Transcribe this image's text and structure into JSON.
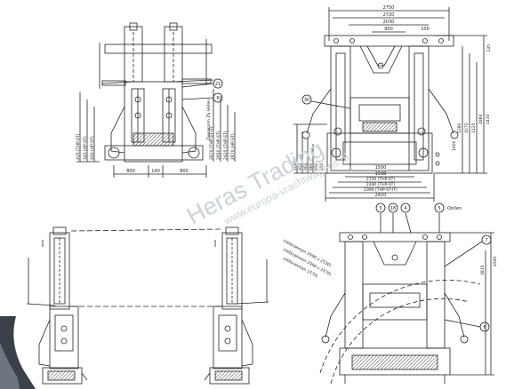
{
  "watermark": {
    "brand": "Heras Trading",
    "url": "www.europa-vrachtwagens.nl"
  },
  "front_view": {
    "balloons": [
      "21",
      "6"
    ],
    "dims_bottom": [
      "800",
      "140",
      "800"
    ],
    "vertical_labels": [
      "425 (THP-ST)",
      "345 (HP-ST)",
      "450 (HP-ST)"
    ],
    "height_labels": [
      "2870 (THP-ST-IT)",
      "2650 (THP-ST)",
      "2425 (THP-ST)",
      "2870 (HP-ST)"
    ],
    "side_note": "Zwenkarm ZS Hafen"
  },
  "top_view": {
    "balloon": "30",
    "top_dims": [
      "2750",
      "2720",
      "2030",
      "900",
      "100"
    ],
    "bottom_dims": [
      "1500",
      "1568",
      "2720 (THP-ST)",
      "2390 (THP-ST)",
      "2390 (THP-ST-IT)",
      "2410"
    ],
    "right_dims": [
      "135",
      "1280",
      "1075",
      "2860",
      "1125",
      "1435",
      "1400"
    ],
    "left_dims": [
      "1045",
      "935",
      "905",
      "860",
      "650",
      "550"
    ]
  },
  "side_views": {
    "left": {},
    "right": {}
  },
  "detail_view": {
    "balloons": [
      "3",
      "18",
      "4",
      "5",
      "7",
      "6"
    ],
    "callout": "Ostlen",
    "arc_labels": [
      "(Hilfsrahmen 2990 x 2530)",
      "(Hilfsrahmen 2990 x 1570)",
      "(Hilfsrahmen 1570)"
    ],
    "right_dims": [
      "4590",
      "3815"
    ]
  }
}
